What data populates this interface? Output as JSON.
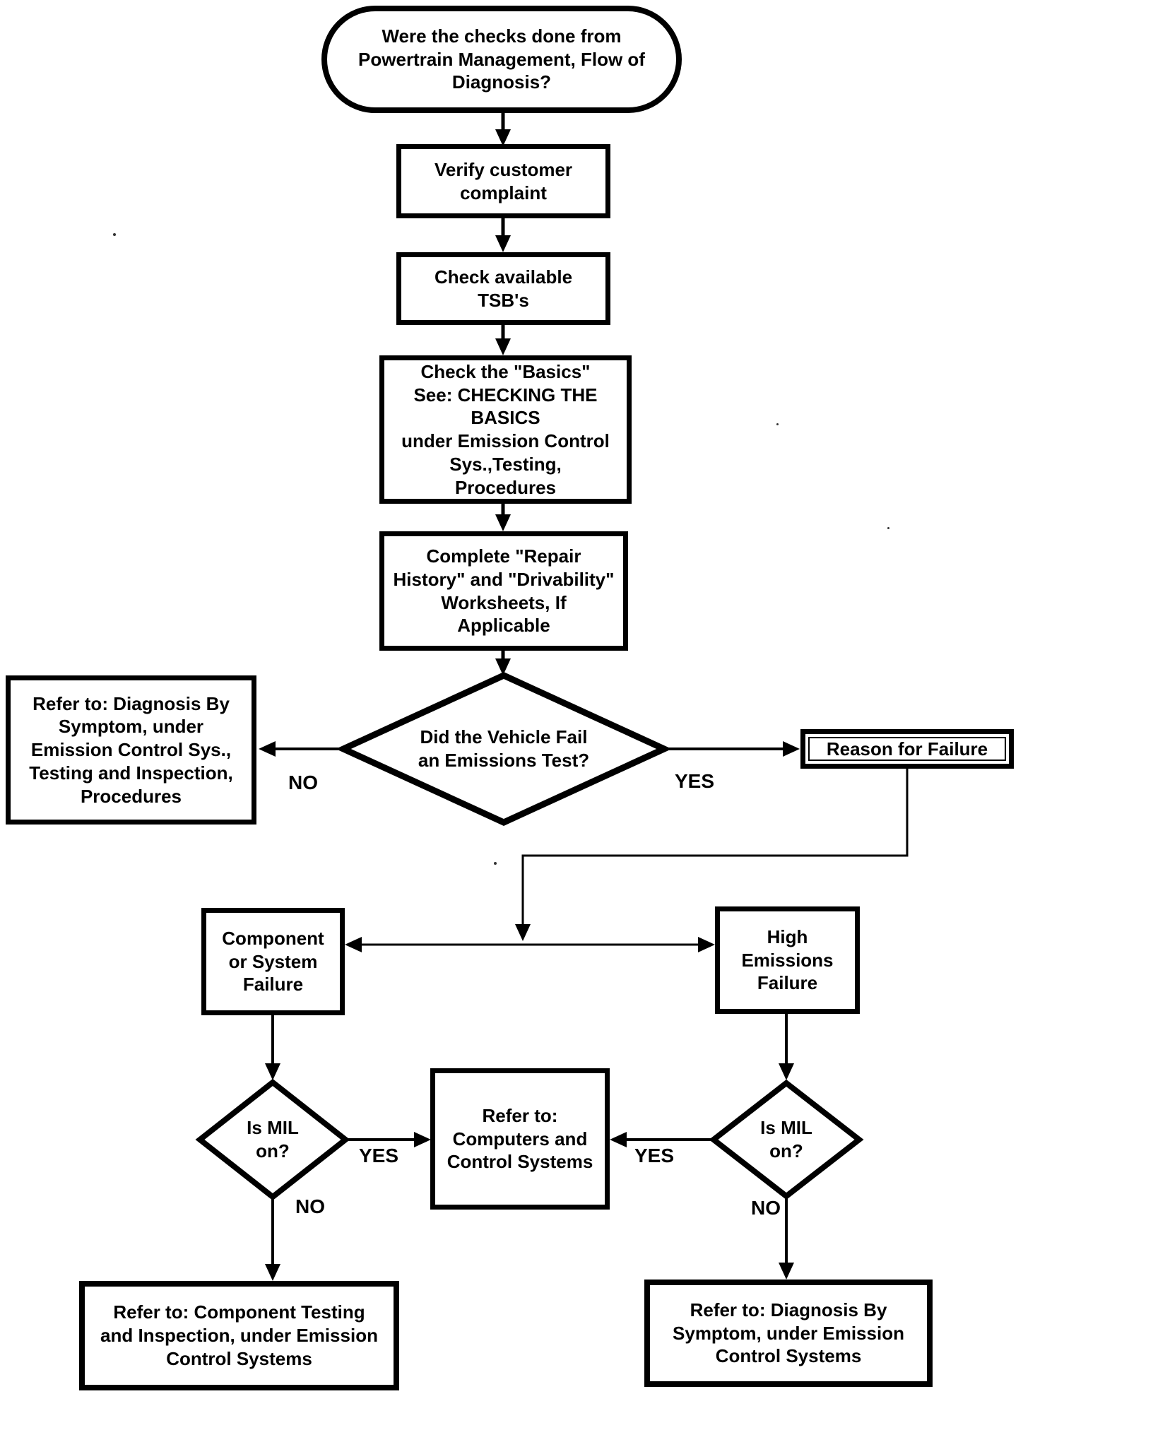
{
  "diagram": {
    "colors": {
      "ink": "#000000",
      "paper": "#ffffff"
    },
    "nodes": {
      "start": {
        "type": "terminator",
        "label": "Were the checks done from\nPowertrain Management, Flow  of\nDiagnosis?"
      },
      "verify": {
        "type": "process",
        "label": "Verify customer\ncomplaint"
      },
      "tsb": {
        "type": "process",
        "label": "Check available\nTSB's"
      },
      "basics": {
        "type": "process",
        "label": "Check the \"Basics\"\nSee: CHECKING THE\nBASICS\nunder Emission Control\nSys.,Testing,\nProcedures"
      },
      "worksheets": {
        "type": "process",
        "label": "Complete \"Repair\nHistory\" and \"Drivability\"\nWorksheets, If\nApplicable"
      },
      "fail_test": {
        "type": "decision",
        "label": "Did the Vehicle Fail\nan Emissions Test?"
      },
      "refer_symptom_procedures": {
        "type": "reference",
        "label": "Refer to: Diagnosis By\nSymptom, under\nEmission Control Sys.,\nTesting and Inspection,\nProcedures"
      },
      "reason": {
        "type": "process",
        "label": "Reason for Failure"
      },
      "component_failure": {
        "type": "process",
        "label": "Component\nor System\nFailure"
      },
      "high_emissions": {
        "type": "process",
        "label": "High\nEmissions\nFailure"
      },
      "mil_left": {
        "type": "decision",
        "label": "Is  MIL\non?"
      },
      "refer_computers": {
        "type": "reference",
        "label": "Refer to:\nComputers and\nControl Systems"
      },
      "mil_right": {
        "type": "decision",
        "label": "Is MIL\non?"
      },
      "refer_component_testing": {
        "type": "reference",
        "label": "Refer to: Component Testing\nand Inspection, under Emission\nControl Systems"
      },
      "refer_symptom_systems": {
        "type": "reference",
        "label": "Refer to: Diagnosis By\nSymptom, under Emission\nControl Systems"
      }
    },
    "edges": {
      "fail_no": "NO",
      "fail_yes": "YES",
      "mil_left_yes": "YES",
      "mil_left_no": "NO",
      "mil_right_yes": "YES",
      "mil_right_no": "NO"
    }
  }
}
